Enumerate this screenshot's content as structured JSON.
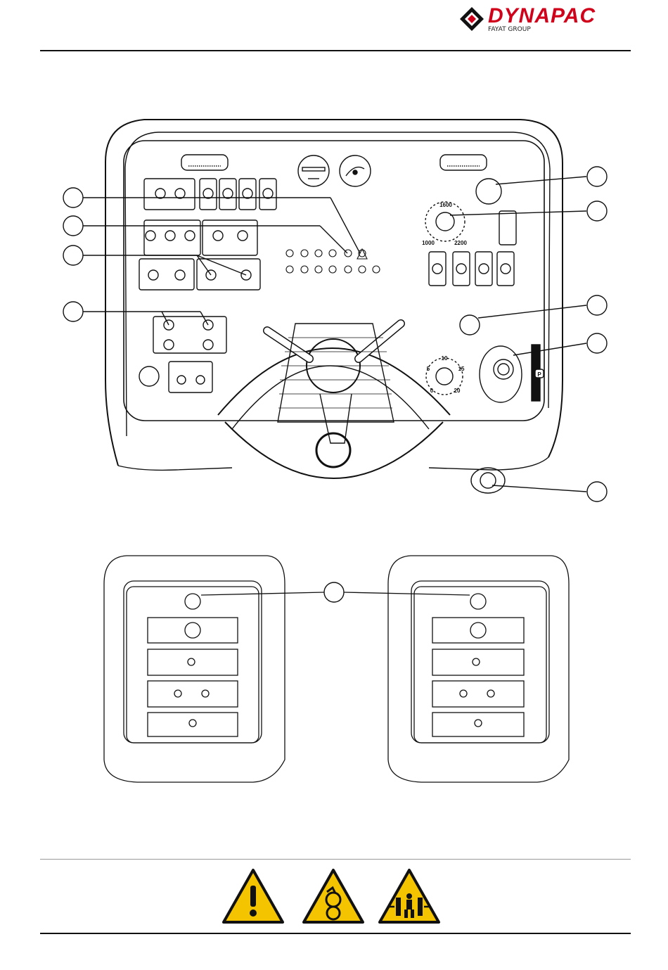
{
  "header": {
    "brand": "DYNAPAC",
    "brand_sub": "FAYAT GROUP"
  },
  "figure": {
    "rpm_dial": {
      "top": "1600",
      "left": "1000",
      "right": "2200"
    },
    "amp_dial": {
      "top": "10",
      "left": "5",
      "right": "15",
      "bottom_left": "0",
      "bottom_right": "20"
    },
    "park_label": "P"
  },
  "footer": {
    "warning_signs": [
      "general-warning",
      "rotating-parts-warning",
      "crush-hazard-warning"
    ]
  }
}
